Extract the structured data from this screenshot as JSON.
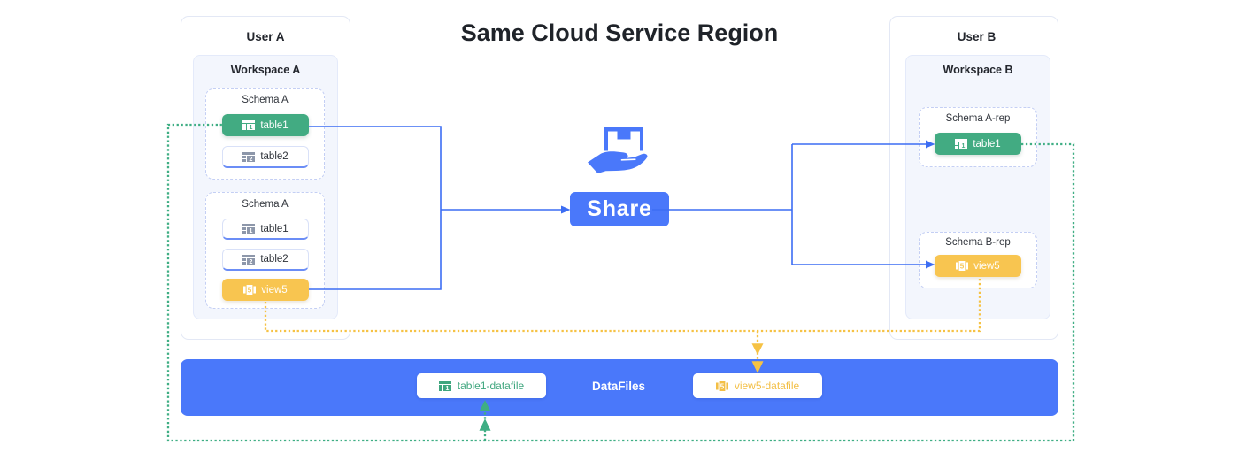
{
  "title": "Same Cloud Service Region",
  "colors": {
    "primary_blue": "#4a78fa",
    "connector_blue": "#3c6df3",
    "table_green": "#42ab82",
    "view_yellow": "#f8c550",
    "link_green": "#3fae84",
    "link_yellow": "#f6c244",
    "datafile_green": "#3fa67e",
    "datafile_yellow": "#f3bf45",
    "workspace_bg": "#f3f6fd",
    "schema_border": "#c4cff4",
    "text_dark": "#1f2329"
  },
  "user_a": {
    "label": "User A",
    "workspace": {
      "label": "Workspace A",
      "schemas": [
        {
          "label": "Schema A",
          "objects": [
            {
              "label": "table1",
              "icon": "table-icon",
              "icon_digit": "1",
              "variant": "green"
            },
            {
              "label": "table2",
              "icon": "table-icon",
              "icon_digit": "2",
              "variant": "white"
            }
          ]
        },
        {
          "label": "Schema A",
          "objects": [
            {
              "label": "table1",
              "icon": "table-icon",
              "icon_digit": "1",
              "variant": "white"
            },
            {
              "label": "table2",
              "icon": "table-icon",
              "icon_digit": "2",
              "variant": "white"
            },
            {
              "label": "view5",
              "icon": "view-icon",
              "icon_digit": "5",
              "variant": "yellow"
            }
          ]
        }
      ]
    }
  },
  "share": {
    "icon": "hand-holding-box-icon",
    "label": "Share"
  },
  "user_b": {
    "label": "User B",
    "workspace": {
      "label": "Workspace B",
      "schemas": [
        {
          "label": "Schema A-rep",
          "objects": [
            {
              "label": "table1",
              "icon": "table-icon",
              "icon_digit": "1",
              "variant": "green"
            }
          ]
        },
        {
          "label": "Schema B-rep",
          "objects": [
            {
              "label": "view5",
              "icon": "view-icon",
              "icon_digit": "5",
              "variant": "yellow"
            }
          ]
        }
      ]
    }
  },
  "datafiles": {
    "label": "DataFiles",
    "files": [
      {
        "label": "table1-datafile",
        "icon": "table-icon",
        "icon_digit": "1",
        "variant": "green"
      },
      {
        "label": "view5-datafile",
        "icon": "view-icon",
        "icon_digit": "5",
        "variant": "yellow"
      }
    ]
  },
  "connectors": [
    {
      "from": "User A / Schema A / table1",
      "to": "Share",
      "style": "solid-arrow",
      "color": "blue"
    },
    {
      "from": "User A / Schema A / view5",
      "to": "Share",
      "style": "solid-arrow",
      "color": "blue"
    },
    {
      "from": "Share",
      "to": "User B / Schema A-rep / table1",
      "style": "solid-arrow",
      "color": "blue"
    },
    {
      "from": "Share",
      "to": "User B / Schema B-rep / view5",
      "style": "solid-arrow",
      "color": "blue"
    },
    {
      "from": [
        "User A / Schema A / table1",
        "User B / Schema A-rep / table1"
      ],
      "to": "table1-datafile",
      "style": "dotted-arrow",
      "color": "green"
    },
    {
      "from": [
        "User A / Schema A / view5",
        "User B / Schema B-rep / view5"
      ],
      "to": "view5-datafile",
      "style": "dotted-arrow",
      "color": "yellow"
    }
  ]
}
